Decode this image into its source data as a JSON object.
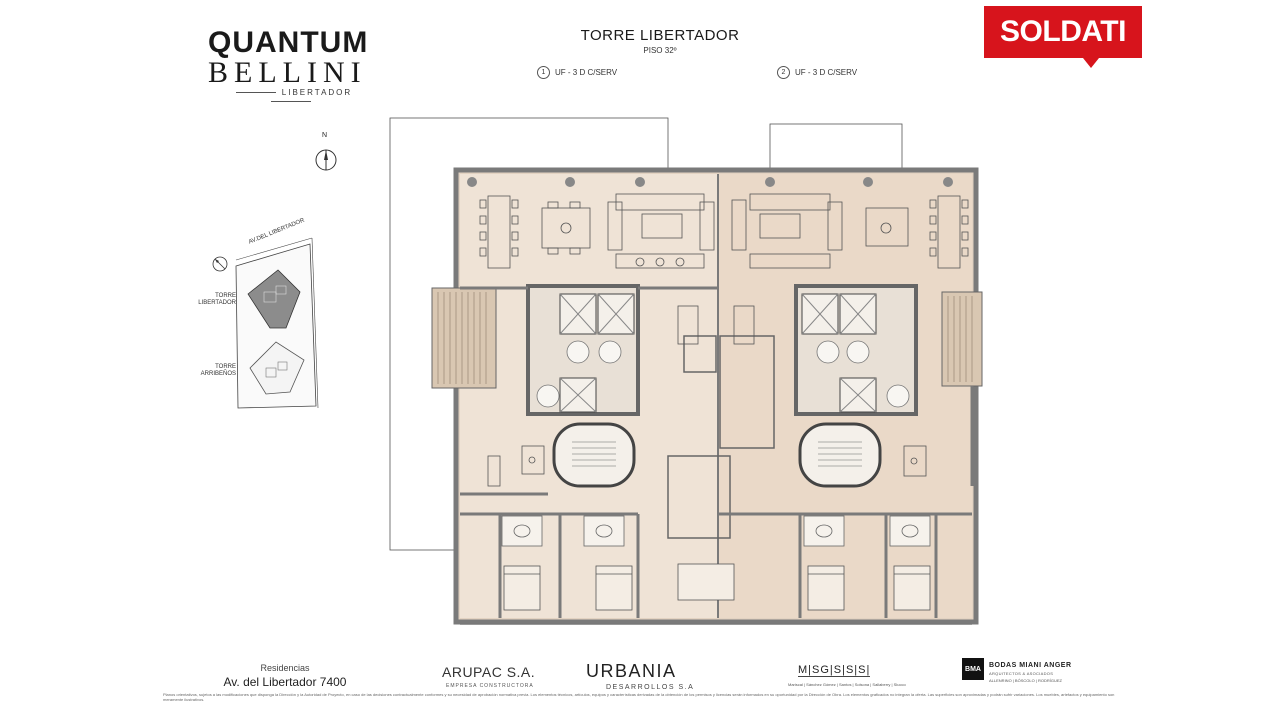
{
  "logo": {
    "line1": "QUANTUM",
    "line2": "BELLINI",
    "line3": "LIBERTADOR"
  },
  "header": {
    "title": "TORRE  LIBERTADOR",
    "floor": "PISO  32º",
    "units": [
      {
        "number": "1",
        "label": "UF - 3 D C/SERV"
      },
      {
        "number": "2",
        "label": "UF - 3 D C/SERV"
      }
    ]
  },
  "brand": {
    "name": "SOLDATI",
    "color": "#d7141c"
  },
  "site_plan": {
    "north": "N",
    "street": "AV.DEL LIBERTADOR",
    "tower1": "TORRE LIBERTADOR",
    "tower2": "TORRE ARRIBEÑOS"
  },
  "colors": {
    "unit1_fill": "#efe3d6",
    "unit2_fill": "#ead9c8",
    "wall": "#7a7a7a"
  },
  "footer": {
    "residences_label": "Residencias",
    "residences_address": "Av. del Libertador  7400",
    "arupac": "ARUPAC S.A.",
    "arupac_sub": "EMPRESA CONSTRUCTORA",
    "urbania": "URBANIA",
    "urbania_sub": "DESARROLLOS S.A",
    "msgsss": "M|SG|S|S|S|",
    "msgsss_sub": "Mariscal | Sánchez Gómez | Santos | Solsona | Sallaberry | Slucco",
    "bma_logo": "BMA",
    "bma_name": "BODAS MIANI ANGER",
    "bma_sub": "ARQUITECTOS & ASOCIADOS",
    "bma_names": "ALLENRINO | BÓSCOLO | RODRÍGUEZ",
    "disclaimer": "Planos orientativos, sujetos a las modificaciones que disponga la Dirección y la Autoridad de Proyecto, en caso de las decisiones contractualmente conformes y su necesidad de aprobación normativa previa. Los elementos técnicos, artículos, equipos y características derivadas de la obtención de los permisos y licencias serán informados en su oportunidad por la Dirección de Obra. Los elementos graficados no integran la oferta. Las superficies son aproximadas y podrán sufrir variaciones. Los muebles, artefactos y equipamiento son meramente ilustrativos."
  }
}
